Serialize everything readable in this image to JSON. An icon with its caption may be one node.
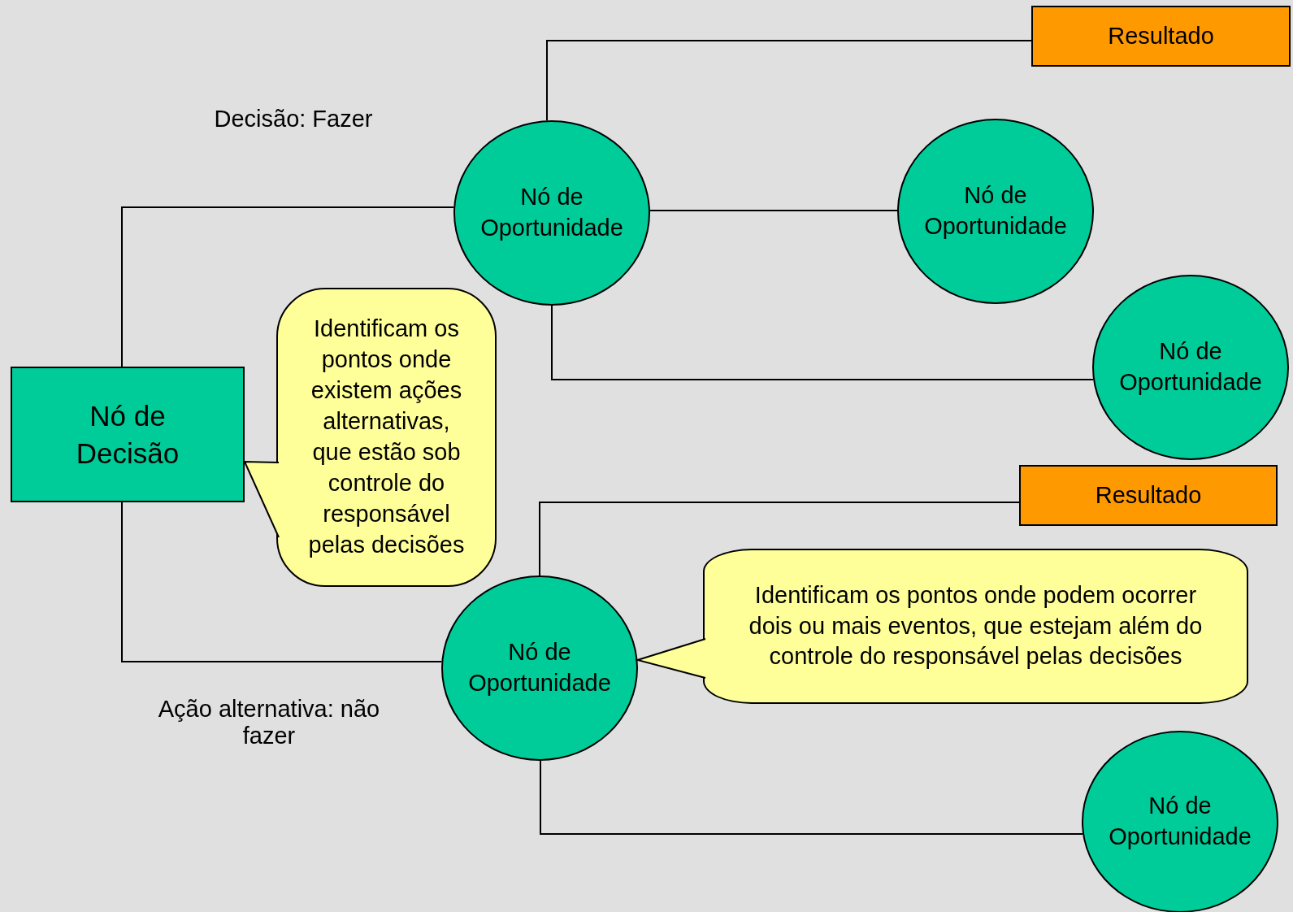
{
  "diagram": {
    "nodes": [
      {
        "text": [
          "Nó de Decisão"
        ]
      },
      {
        "text": [
          "Nó de Oportunidade"
        ]
      },
      {
        "text": [
          "Resultado"
        ]
      },
      {
        "text": [
          "Nó de Oportunidade"
        ]
      },
      {
        "text": [
          "Nó de Oportunidade"
        ]
      },
      {
        "text": [
          "Resultado"
        ]
      },
      {
        "text": [
          "Nó de Oportunidade"
        ]
      },
      {
        "text": [
          "Nó de Oportunidade"
        ]
      },
      {
        "text": [
          "Identificam os pontos onde existem ações alternativas, que estão sob controle do responsável pelas decisões"
        ]
      },
      {
        "text": [
          "Identificam os pontos onde podem ocorrer dois ou mais eventos, que estejam além do controle do responsável pelas decisões"
        ]
      }
    ],
    "edges": [
      {
        "from": 0,
        "to": 1,
        "arrow": "none"
      },
      {
        "from": 0,
        "to": 6,
        "arrow": "none"
      },
      {
        "from": 1,
        "to": 2,
        "arrow": "none"
      },
      {
        "from": 1,
        "to": 3,
        "arrow": "none"
      },
      {
        "from": 1,
        "to": 4,
        "arrow": "none"
      },
      {
        "from": 6,
        "to": 5,
        "arrow": "none"
      },
      {
        "from": 6,
        "to": 7,
        "arrow": "none"
      },
      {
        "from": 8,
        "to": 0,
        "arrow": "to"
      },
      {
        "from": 9,
        "to": 6,
        "arrow": "to"
      }
    ],
    "labels": [
      "Decisão: Fazer",
      "Ação alternativa: não fazer"
    ]
  }
}
